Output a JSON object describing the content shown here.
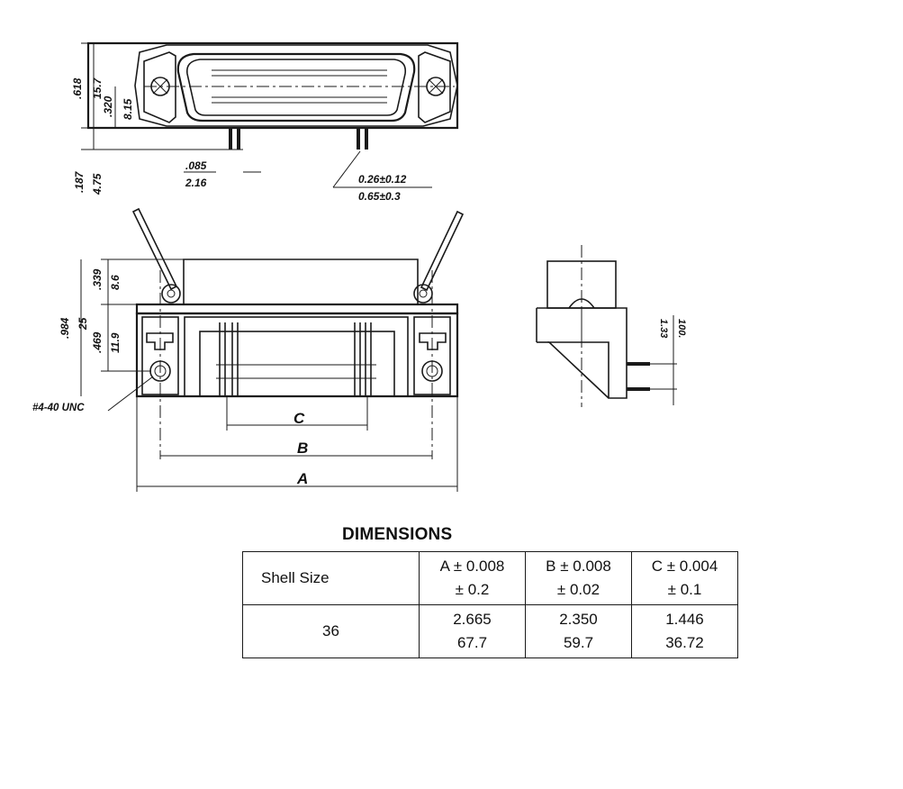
{
  "top_view": {
    "dim_618": ".618",
    "dim_15_7": "15.7",
    "dim_320": ".320",
    "dim_8_15": "8.15",
    "dim_187": ".187",
    "dim_4_75": "4.75",
    "dim_085": ".085",
    "dim_2_16": "2.16",
    "dim_pin_in": "0.26±0.12",
    "dim_pin_mm": "0.65±0.3"
  },
  "front_view": {
    "dim_339": ".339",
    "dim_8_6": "8.6",
    "dim_984": ".984",
    "dim_25": "25",
    "dim_469": ".469",
    "dim_11_9": "11.9",
    "thread": "#4-40 UNC",
    "label_a": "A",
    "label_b": "B",
    "label_c": "C"
  },
  "side_view": {
    "dim_a": "1.33",
    "dim_b": "100."
  },
  "dimensions": {
    "title": "DIMENSIONS",
    "headers": [
      {
        "line1": "Shell Size",
        "line2": ""
      },
      {
        "line1": "A ± 0.008",
        "line2": "± 0.2"
      },
      {
        "line1": "B ± 0.008",
        "line2": "± 0.02"
      },
      {
        "line1": "C ± 0.004",
        "line2": "± 0.1"
      }
    ],
    "rows": [
      {
        "shell": "36",
        "a_in": "2.665",
        "a_mm": "67.7",
        "b_in": "2.350",
        "b_mm": "59.7",
        "c_in": "1.446",
        "c_mm": "36.72"
      }
    ]
  }
}
